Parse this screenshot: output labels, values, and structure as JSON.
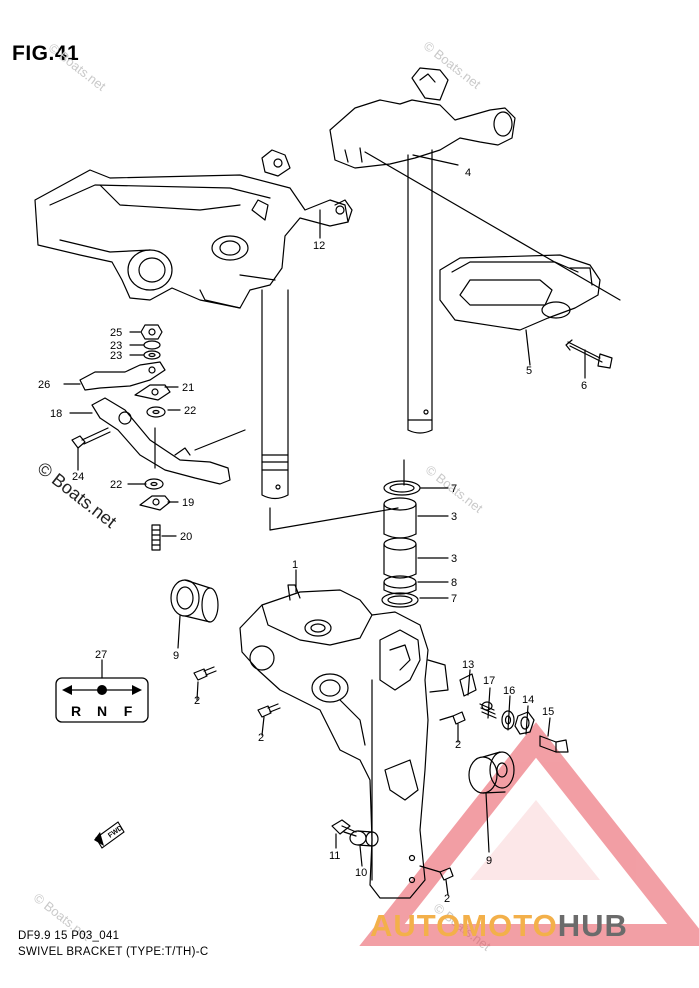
{
  "figure": {
    "title": "FIG.41"
  },
  "caption": {
    "model": "DF9.9 15 P03_041",
    "name": "SWIVEL BRACKET (TYPE:T/TH)-C"
  },
  "callouts": {
    "c1": "1",
    "c2a": "2",
    "c2b": "2",
    "c2c": "2",
    "c2d": "2",
    "c3a": "3",
    "c3b": "3",
    "c4": "4",
    "c5": "5",
    "c6": "6",
    "c7a": "7",
    "c7b": "7",
    "c8": "8",
    "c9a": "9",
    "c9b": "9",
    "c10": "10",
    "c11": "11",
    "c12": "12",
    "c13": "13",
    "c14": "14",
    "c15": "15",
    "c16": "16",
    "c17": "17",
    "c18": "18",
    "c19": "19",
    "c20": "20",
    "c21": "21",
    "c22a": "22",
    "c22b": "22",
    "c23a": "23",
    "c23b": "23",
    "c24": "24",
    "c25": "25",
    "c26": "26",
    "c27": "27"
  },
  "shift_plate": {
    "letters": [
      "R",
      "N",
      "F"
    ]
  },
  "fwd_label": "FWD",
  "watermark": {
    "text": "© Boats.net"
  },
  "logo": {
    "part1": "AUTOMOTO",
    "part2": "HUB",
    "primary_color": "#f3b04a",
    "secondary_color": "#6b6b6b",
    "triangle_color": "#e8505b"
  }
}
